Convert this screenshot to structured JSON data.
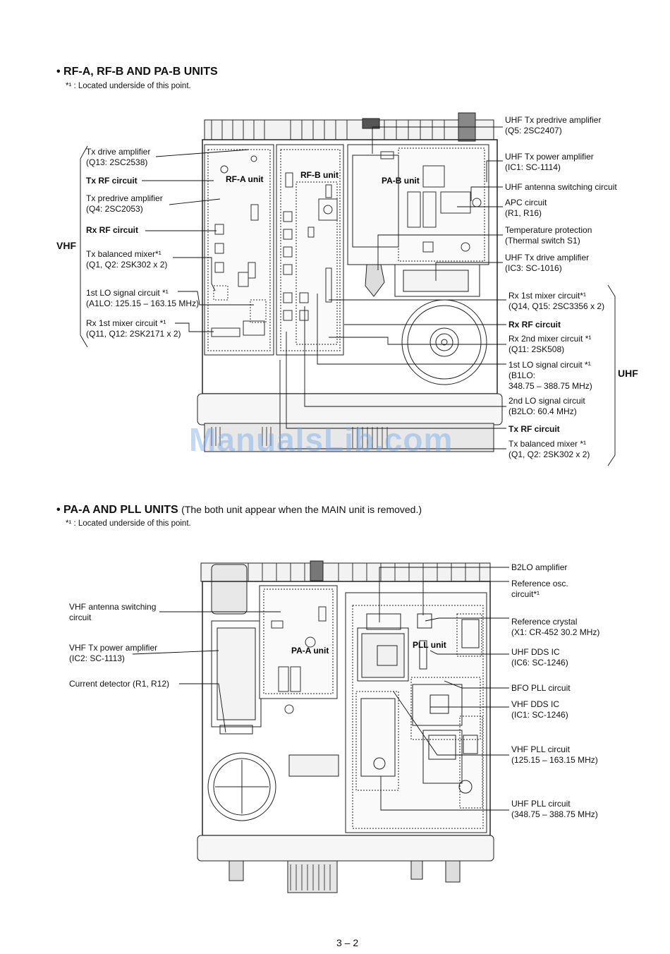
{
  "section1": {
    "heading": "• RF-A, RF-B AND PA-B UNITS",
    "note": "*¹ : Located underside of this point.",
    "group_vhf": "VHF",
    "group_uhf": "UHF",
    "units": {
      "rfa": "RF-A unit",
      "rfb": "RF-B unit",
      "pab": "PA-B unit"
    },
    "left_labels": [
      {
        "l1": "Tx drive amplifier",
        "l2": "(Q13: 2SC2538)"
      },
      {
        "l1": "Tx RF circuit",
        "l2": ""
      },
      {
        "l1": "Tx predrive amplifier",
        "l2": "(Q4: 2SC2053)"
      },
      {
        "l1": "Rx RF circuit",
        "l2": ""
      },
      {
        "l1": "Tx balanced mixer*¹",
        "l2": "(Q1, Q2: 2SK302 x 2)"
      },
      {
        "l1": "1st LO signal circuit *¹",
        "l2": "(A1LO: 125.15 – 163.15 MHz)"
      },
      {
        "l1": "Rx 1st mixer circuit *¹",
        "l2": "(Q11, Q12: 2SK2171 x 2)"
      }
    ],
    "right_labels": [
      {
        "l1": "UHF Tx predrive amplifier",
        "l2": "(Q5: 2SC2407)"
      },
      {
        "l1": "UHF Tx power amplifier",
        "l2": "(IC1: SC-1114)"
      },
      {
        "l1": "UHF antenna switching circuit",
        "l2": ""
      },
      {
        "l1": "APC circuit",
        "l2": "(R1, R16)"
      },
      {
        "l1": "Temperature protection",
        "l2": "(Thermal switch S1)"
      },
      {
        "l1": "UHF Tx drive amplifier",
        "l2": "(IC3: SC-1016)"
      },
      {
        "l1": "Rx 1st mixer circuit*¹",
        "l2": "(Q14, Q15: 2SC3356 x 2)"
      },
      {
        "l1": "Rx RF circuit",
        "l2": ""
      },
      {
        "l1": "Rx 2nd mixer circuit *¹",
        "l2": "(Q11: 2SK508)"
      },
      {
        "l1": "1st LO signal circuit *¹",
        "l2": "(B1LO:",
        "l3": "348.75 – 388.75 MHz)"
      },
      {
        "l1": "2nd LO signal circuit",
        "l2": "(B2LO: 60.4 MHz)"
      },
      {
        "l1": "Tx RF circuit",
        "l2": ""
      },
      {
        "l1": "Tx balanced mixer *¹",
        "l2": "(Q1, Q2: 2SK302 x 2)"
      }
    ],
    "watermark": "ManualsLib.com"
  },
  "section2": {
    "heading": "• PA-A AND PLL UNITS",
    "heading_note": "(The both unit appear when the MAIN unit is removed.)",
    "note": "*¹ : Located underside of this point.",
    "units": {
      "paa": "PA-A unit",
      "pll": "PLL unit"
    },
    "left_labels": [
      {
        "l1": "VHF antenna switching",
        "l2": "circuit"
      },
      {
        "l1": "VHF Tx power amplifier",
        "l2": "(IC2: SC-1113)"
      },
      {
        "l1": "Current detector (R1, R12)",
        "l2": ""
      }
    ],
    "right_labels": [
      {
        "l1": "B2LO amplifier",
        "l2": ""
      },
      {
        "l1": "Reference osc.",
        "l2": "circuit*¹"
      },
      {
        "l1": "Reference crystal",
        "l2": "(X1: CR-452 30.2 MHz)"
      },
      {
        "l1": "UHF DDS IC",
        "l2": "(IC6: SC-1246)"
      },
      {
        "l1": "BFO PLL circuit",
        "l2": ""
      },
      {
        "l1": "VHF DDS IC",
        "l2": "(IC1: SC-1246)"
      },
      {
        "l1": "VHF PLL circuit",
        "l2": "(125.15 – 163.15 MHz)"
      },
      {
        "l1": "UHF PLL circuit",
        "l2": "(348.75 – 388.75 MHz)"
      }
    ]
  },
  "page_number": "3 – 2"
}
